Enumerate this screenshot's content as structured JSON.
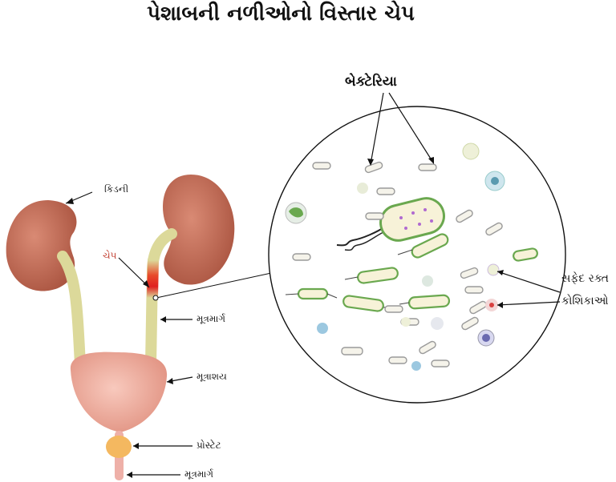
{
  "title": "પેશાબની નળીઓનો વિસ્તાર ચેપ",
  "labels": {
    "kidney": "કિડની",
    "infection": "ચેપ",
    "ureter": "મૂત્રમાર્ગ",
    "bladder": "મૂત્રાશય",
    "prostate": "પ્રોસ્ટેટ",
    "urethra": "મૂત્રમાર્ગ",
    "bacteria": "બેક્ટેરિયા",
    "wbc_line1": "સફેદ રક્ત",
    "wbc_line2": "કોશિકાઓ"
  },
  "colors": {
    "kidney": "#c8705a",
    "ureter": "#dcd99a",
    "bladder": "#f0a89a",
    "prostate": "#f4b860",
    "infection": "#e02020",
    "bacteria_fill": "#f7f2d8",
    "bacteria_outline": "#6aa84f"
  }
}
